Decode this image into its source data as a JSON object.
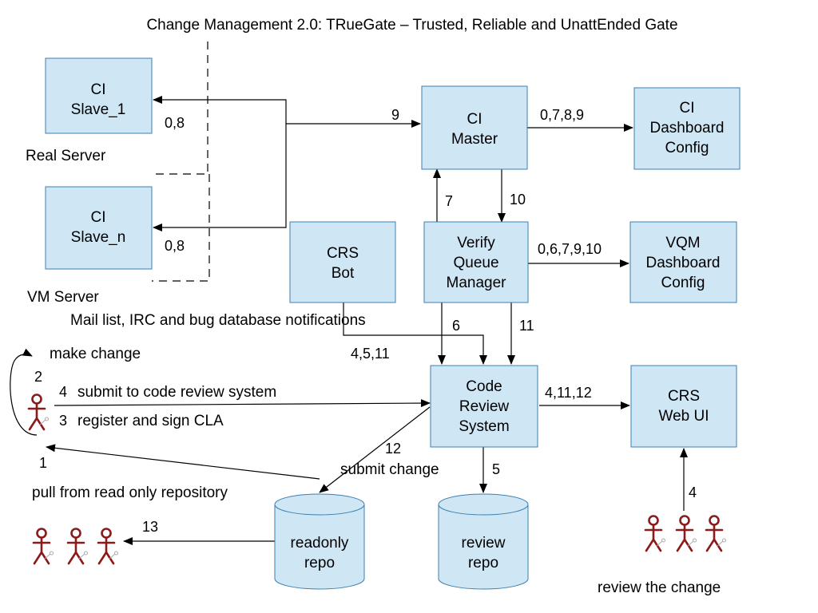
{
  "title": "Change Management 2.0: TRueGate – Trusted, Reliable and UnattEnded Gate",
  "colors": {
    "box_fill": "#cfe7f5",
    "box_stroke": "#3c7fb1",
    "actor": "#8b1a1a",
    "line": "#000000"
  },
  "nodes": {
    "ci_slave_1": [
      "CI",
      "Slave_1"
    ],
    "ci_slave_n": [
      "CI",
      "Slave_n"
    ],
    "ci_master": [
      "CI",
      "Master"
    ],
    "ci_dashboard": [
      "CI",
      "Dashboard",
      "Config"
    ],
    "crs_bot": [
      "CRS",
      "Bot"
    ],
    "verify_queue": [
      "Verify",
      "Queue",
      "Manager"
    ],
    "vqm_dashboard": [
      "VQM",
      "Dashboard",
      "Config"
    ],
    "code_review": [
      "Code",
      "Review",
      "System"
    ],
    "crs_web_ui": [
      "CRS",
      "Web UI"
    ],
    "readonly_repo": [
      "readonly",
      "repo"
    ],
    "review_repo": [
      "review",
      "repo"
    ]
  },
  "regions": {
    "real_server": "Real Server",
    "vm_server": "VM Server"
  },
  "edge_labels": {
    "slave1": "0,8",
    "slaven": "0,8",
    "to_master": "9",
    "master_dashboard": "0,7,8,9",
    "queue_to_master": "7",
    "master_to_queue": "10",
    "queue_vqm": "0,6,7,9,10",
    "queue_review_6": "6",
    "queue_review_11": "11",
    "bot_review": "4,5,11",
    "review_webui": "4,11,12",
    "review_readonly": "12",
    "review_reviewrepo": "5",
    "readonly_devs": "13",
    "reviewers_webui": "4",
    "dev_pull": "1",
    "dev_make": "2",
    "dev_submit": "4",
    "dev_register": "3"
  },
  "annotations": {
    "notifications": "Mail list, IRC and bug database notifications",
    "make_change": "make change",
    "submit_to_crs": "submit to code review system",
    "register_cla": "register and sign CLA",
    "submit_change": "submit change",
    "pull_readonly": "pull from read only repository",
    "review_change": "review the change"
  },
  "icons": [
    "developer-actor-icon",
    "community-actor-icon",
    "reviewer-actor-icon",
    "repository-cylinder-icon"
  ]
}
